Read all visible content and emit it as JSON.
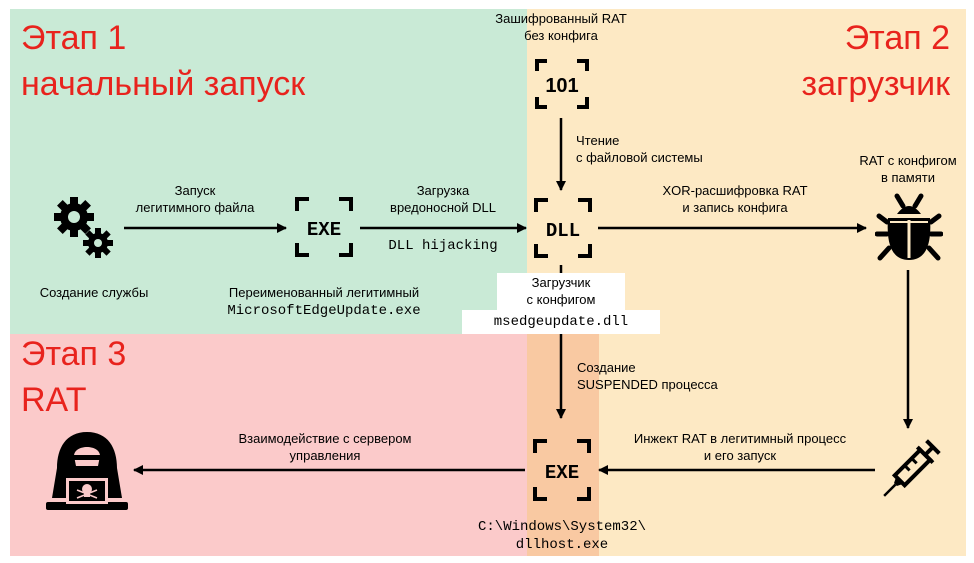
{
  "stages": {
    "stage1": {
      "title": "Этап 1",
      "subtitle": "начальный запуск"
    },
    "stage2": {
      "title": "Этап 2",
      "subtitle": "загрузчик"
    },
    "stage3": {
      "title": "Этап 3",
      "subtitle": "RAT"
    }
  },
  "colors": {
    "stage1_bg": "#c9ead6",
    "stage2_bg": "#fde9c4",
    "stage3_bg": "#fbcaca",
    "overlap_bg": "#f9c9a2",
    "stage_text": "#e8231d"
  },
  "nodes": {
    "encrypted_rat": {
      "icon": "binary-101-icon",
      "caption_line1": "Зашифрованный RAT",
      "caption_line2": "без конфига",
      "glyph": "101"
    },
    "service": {
      "icon": "gears-icon",
      "caption": "Создание службы"
    },
    "exe_legit": {
      "icon": "exe-file-icon",
      "glyph": "EXE",
      "caption": "Переименованный легитимный",
      "filename": "MicrosoftEdgeUpdate.exe"
    },
    "dll_loader": {
      "icon": "dll-file-icon",
      "glyph": "DLL",
      "caption_line1": "Загрузчик",
      "caption_line2": "с конфигом",
      "filename": "msedgeupdate.dll"
    },
    "rat_memory": {
      "icon": "bug-icon",
      "caption_line1": "RAT с конфигом",
      "caption_line2": "в памяти"
    },
    "injector": {
      "icon": "syringe-icon"
    },
    "exe_host": {
      "icon": "exe-file-icon",
      "glyph": "EXE",
      "path_line1": "C:\\Windows\\System32\\",
      "path_line2": "dllhost.exe"
    },
    "hacker": {
      "icon": "hacker-laptop-icon"
    }
  },
  "edges": {
    "launch": {
      "line1": "Запуск",
      "line2": "легитимного файла"
    },
    "load_dll": {
      "line1": "Загрузка",
      "line2": "вредоносной DLL",
      "technique": "DLL hijacking"
    },
    "read_fs": {
      "line1": "Чтение",
      "line2": "с файловой системы"
    },
    "xor": {
      "line1": "XOR-расшифровка RAT",
      "line2": "и запись конфига"
    },
    "create_proc": {
      "line1": "Создание",
      "line2": "SUSPENDED процесса"
    },
    "inject": {
      "line1": "Инжект RAT в легитимный процесс",
      "line2": "и его запуск"
    },
    "c2": {
      "line1": "Взаимодействие с сервером",
      "line2": "управления"
    }
  }
}
